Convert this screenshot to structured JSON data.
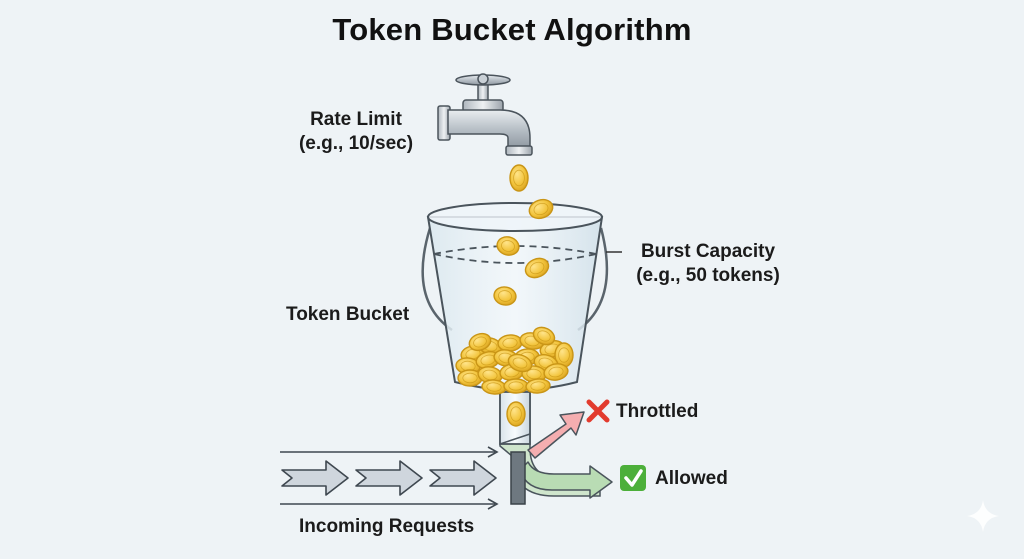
{
  "title": "Token Bucket Algorithm",
  "labels": {
    "rate_line1": "Rate Limit",
    "rate_line2": "(e.g., 10/sec)",
    "burst_line1": "Burst Capacity",
    "burst_line2": "(e.g., 50 tokens)",
    "bucket": "Token Bucket",
    "throttled": "Throttled",
    "allowed": "Allowed",
    "incoming": "Incoming Requests"
  },
  "icons": {
    "throttled": "cross-mark-icon",
    "allowed": "check-mark-icon",
    "source": "faucet-icon",
    "container": "bucket-icon",
    "token": "coin-icon"
  },
  "colors": {
    "background": "#eef3f6",
    "coin": "#f2c43c",
    "coin_edge": "#c99516",
    "throttle_arrow": "#f4aeb0",
    "allow_arrow": "#b9dcb4",
    "cross": "#e23b2e",
    "check": "#4caf3a",
    "request_arrow": "#cfd6dd"
  }
}
